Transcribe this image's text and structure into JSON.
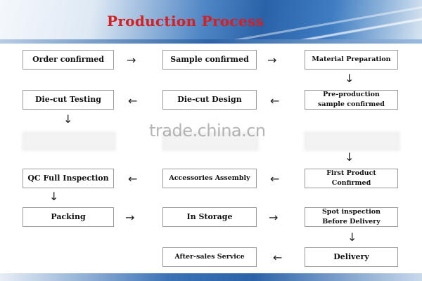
{
  "header": {
    "title": "Production Process"
  },
  "watermark": "trade.china.cn",
  "steps": {
    "order_confirmed": "Order confirmed",
    "sample_confirmed": "Sample confirmed",
    "material_preparation": "Material Preparation",
    "die_cut_testing": "Die-cut Testing",
    "die_cut_design": "Die-cut Design",
    "pre_production": "Pre-production\nsample confirmed",
    "qc_full_inspection": "QC Full Inspection",
    "accessories_assembly": "Accessories Assembly",
    "first_product": "First Product\nConfirmed",
    "packing": "Packing",
    "in_storage": "In Storage",
    "spot_inspection": "Spot inspection\nBefore Delivery",
    "after_sales": "After-sales Service",
    "delivery": "Delivery"
  },
  "arrows": {
    "right": "→",
    "left": "←",
    "down": "↓"
  },
  "colors": {
    "title": "#d61f1f",
    "banner_blue": "#2a62a8"
  }
}
